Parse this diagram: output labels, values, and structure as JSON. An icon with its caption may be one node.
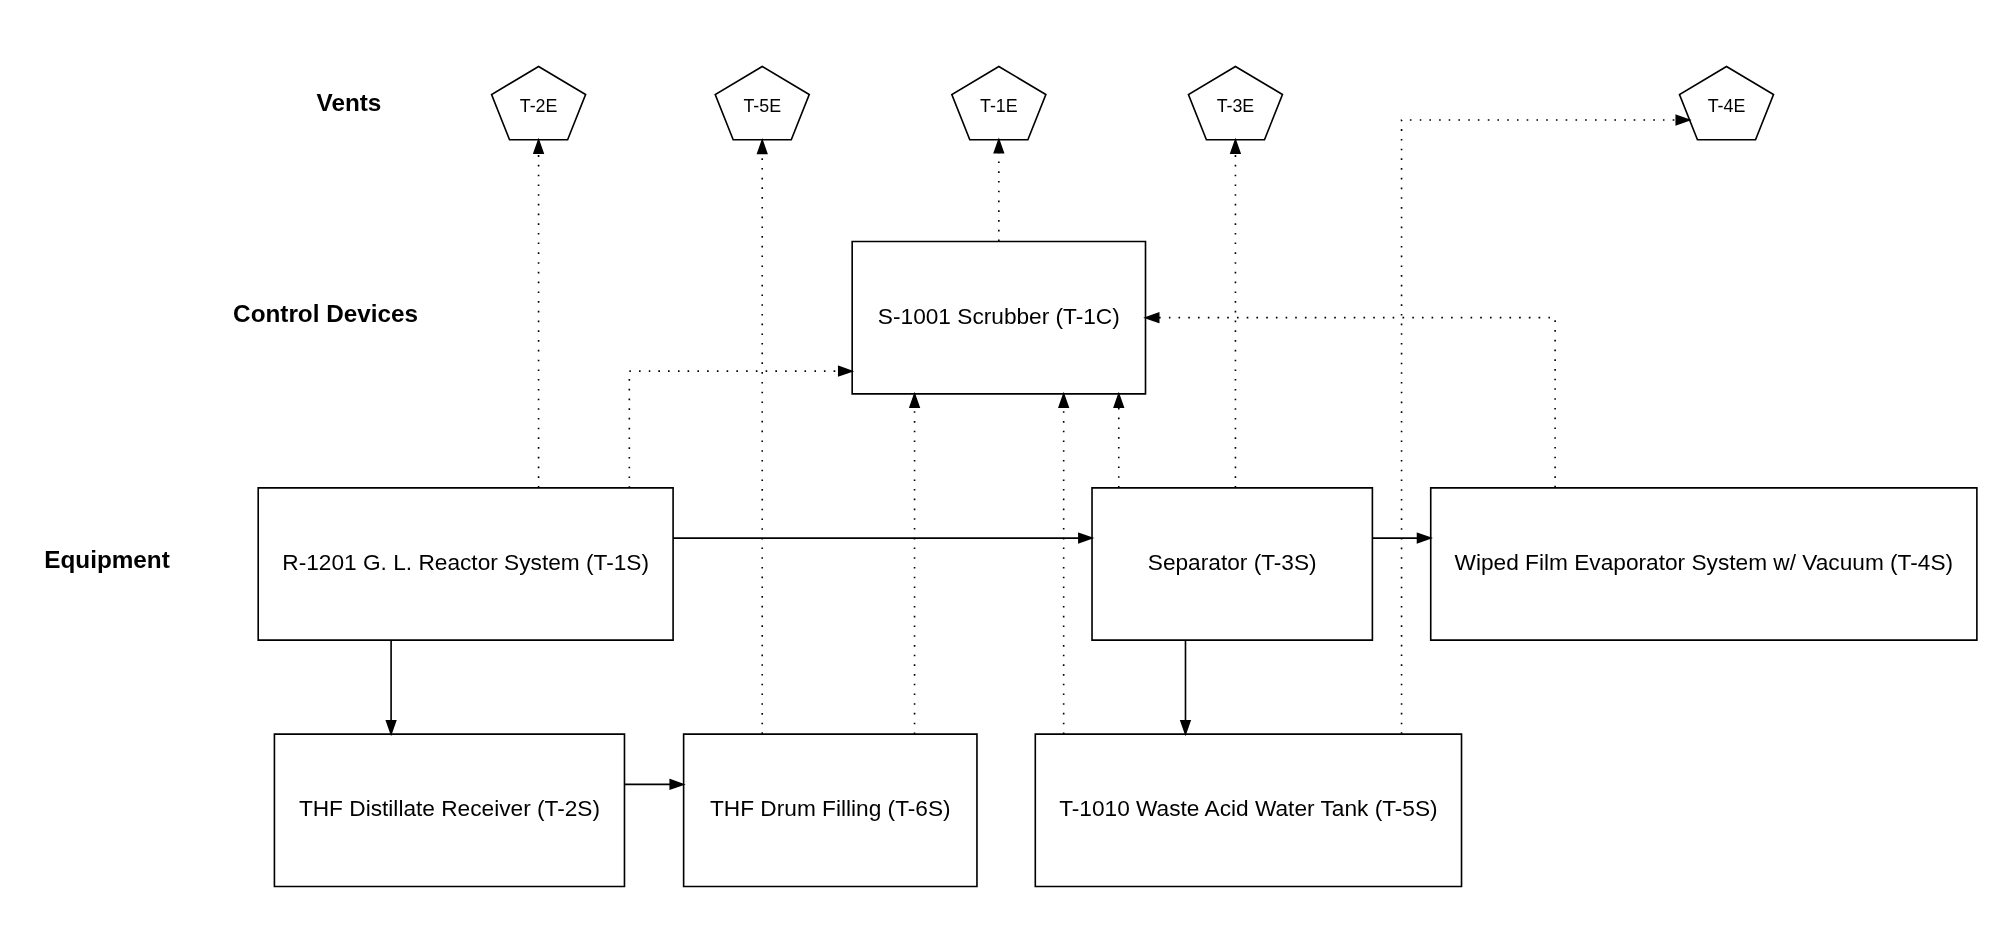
{
  "diagram": {
    "nodes": [
      {
        "text": [
          "T-2E"
        ]
      },
      {
        "text": [
          "T-5E"
        ]
      },
      {
        "text": [
          "T-1E"
        ]
      },
      {
        "text": [
          "T-3E"
        ]
      },
      {
        "text": [
          "T-4E"
        ]
      },
      {
        "text": [
          "S-1001 Scrubber (T-1C)"
        ]
      },
      {
        "text": [
          "R-1201 G. L. Reactor System (T-1S)"
        ]
      },
      {
        "text": [
          "Separator (T-3S)"
        ]
      },
      {
        "text": [
          "Wiped Film Evaporator System w/ Vacuum (T-4S)"
        ]
      },
      {
        "text": [
          "THF Distillate Receiver (T-2S)"
        ]
      },
      {
        "text": [
          "THF Drum Filling (T-6S)"
        ]
      },
      {
        "text": [
          "T-1010 Waste Acid Water Tank (T-5S)"
        ]
      }
    ],
    "edges": [
      {
        "from": 6,
        "to": 0,
        "arrow": "to",
        "style": "dashed"
      },
      {
        "from": 10,
        "to": 1,
        "arrow": "to",
        "style": "dashed"
      },
      {
        "from": 5,
        "to": 2,
        "arrow": "to",
        "style": "dashed"
      },
      {
        "from": 7,
        "to": 3,
        "arrow": "to",
        "style": "dashed"
      },
      {
        "from": 11,
        "to": 4,
        "arrow": "to",
        "style": "dashed"
      },
      {
        "from": 6,
        "to": 5,
        "arrow": "to",
        "style": "dashed"
      },
      {
        "from": 10,
        "to": 5,
        "arrow": "to",
        "style": "dashed"
      },
      {
        "from": 7,
        "to": 5,
        "arrow": "to",
        "style": "dashed"
      },
      {
        "from": 11,
        "to": 5,
        "arrow": "to",
        "style": "dashed"
      },
      {
        "from": 8,
        "to": 5,
        "arrow": "to",
        "style": "dashed"
      },
      {
        "from": 6,
        "to": 7,
        "arrow": "to"
      },
      {
        "from": 6,
        "to": 9,
        "arrow": "to"
      },
      {
        "from": 9,
        "to": 10,
        "arrow": "to"
      },
      {
        "from": 7,
        "to": 8,
        "arrow": "to"
      },
      {
        "from": 7,
        "to": 11,
        "arrow": "to"
      }
    ],
    "labels": [
      "Vents",
      "Control Devices",
      "Equipment"
    ]
  }
}
